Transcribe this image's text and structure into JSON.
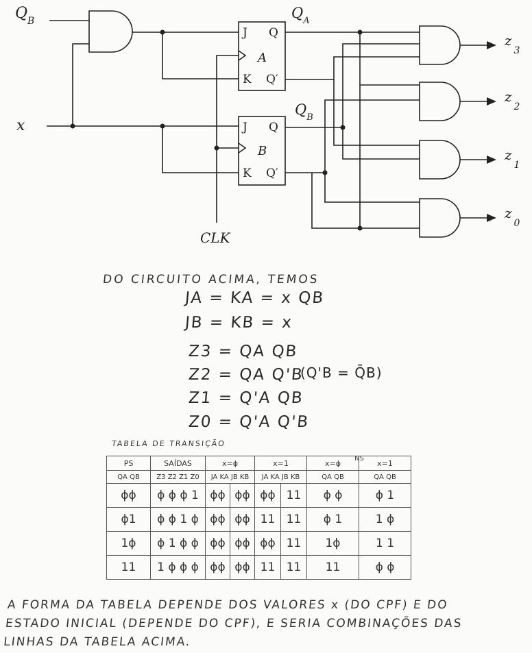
{
  "circuit": {
    "labels": {
      "qb_in": "Q",
      "qb_in_sub": "B",
      "x": "x",
      "clk": "CLK",
      "qa_out": "Q",
      "qa_out_sub": "A",
      "qb_out": "Q",
      "qb_out_sub": "B",
      "ff_a_j": "J",
      "ff_a_k": "K",
      "ff_a_q": "Q",
      "ff_a_qn": "Q′",
      "ff_a_name": "A",
      "ff_b_j": "J",
      "ff_b_k": "K",
      "ff_b_q": "Q",
      "ff_b_qn": "Q′",
      "ff_b_name": "B",
      "z3": "z",
      "z3_sub": "3",
      "z2": "z",
      "z2_sub": "2",
      "z1": "z",
      "z1_sub": "1",
      "z0": "z",
      "z0_sub": "0"
    }
  },
  "notes": {
    "heading": "DO CIRCUITO ACIMA, TEMOS",
    "eq_ja": "JA = KA = x QB",
    "eq_jb": "JB = KB = x",
    "eq_z3": "Z3 = QA QB",
    "eq_z2": "Z2 = QA Q'B",
    "eq_z2_note": "(Q'B = Q̄B)",
    "eq_z1": "Z1 = Q'A QB",
    "eq_z0": "Z0 = Q'A Q'B"
  },
  "table": {
    "title": "TABELA DE TRANSIÇÃO",
    "ns_tag": "NS",
    "header1": {
      "ps": "PS",
      "saidas": "SAÍDAS",
      "x0": "x=ϕ",
      "x1": "x=1",
      "ns_x0": "x=ϕ",
      "ns_x1": "x=1"
    },
    "header2": {
      "ps": "QA QB",
      "saidas": "Z3 Z2 Z1 Z0",
      "x0": "JA KA JB KB",
      "x1": "JA KA JB KB",
      "ns_x0": "QA QB",
      "ns_x1": "QA QB"
    },
    "rows": [
      {
        "ps": "ϕϕ",
        "out": "ϕ ϕ ϕ 1",
        "x0a": "ϕϕ",
        "x0b": "ϕϕ",
        "x1a": "ϕϕ",
        "x1b": "11",
        "ns0": "ϕ ϕ",
        "ns1": "ϕ 1"
      },
      {
        "ps": "ϕ1",
        "out": "ϕ ϕ 1 ϕ",
        "x0a": "ϕϕ",
        "x0b": "ϕϕ",
        "x1a": "11",
        "x1b": "11",
        "ns0": "ϕ 1",
        "ns1": "1 ϕ"
      },
      {
        "ps": "1ϕ",
        "out": "ϕ 1 ϕ ϕ",
        "x0a": "ϕϕ",
        "x0b": "ϕϕ",
        "x1a": "ϕϕ",
        "x1b": "11",
        "ns0": "1ϕ",
        "ns1": "1 1"
      },
      {
        "ps": "11",
        "out": "1 ϕ ϕ ϕ",
        "x0a": "ϕϕ",
        "x0b": "ϕϕ",
        "x1a": "11",
        "x1b": "11",
        "ns0": "11",
        "ns1": "ϕ ϕ"
      }
    ]
  },
  "footer": {
    "line1": "A FORMA DA TABELA DEPENDE DOS VALORES x (DO CPF) E DO",
    "line2": "ESTADO INICIAL (DEPENDE DO CPF), E SERIA COMBINAÇÕES DAS",
    "line3": "LINHAS DA TABELA ACIMA."
  }
}
